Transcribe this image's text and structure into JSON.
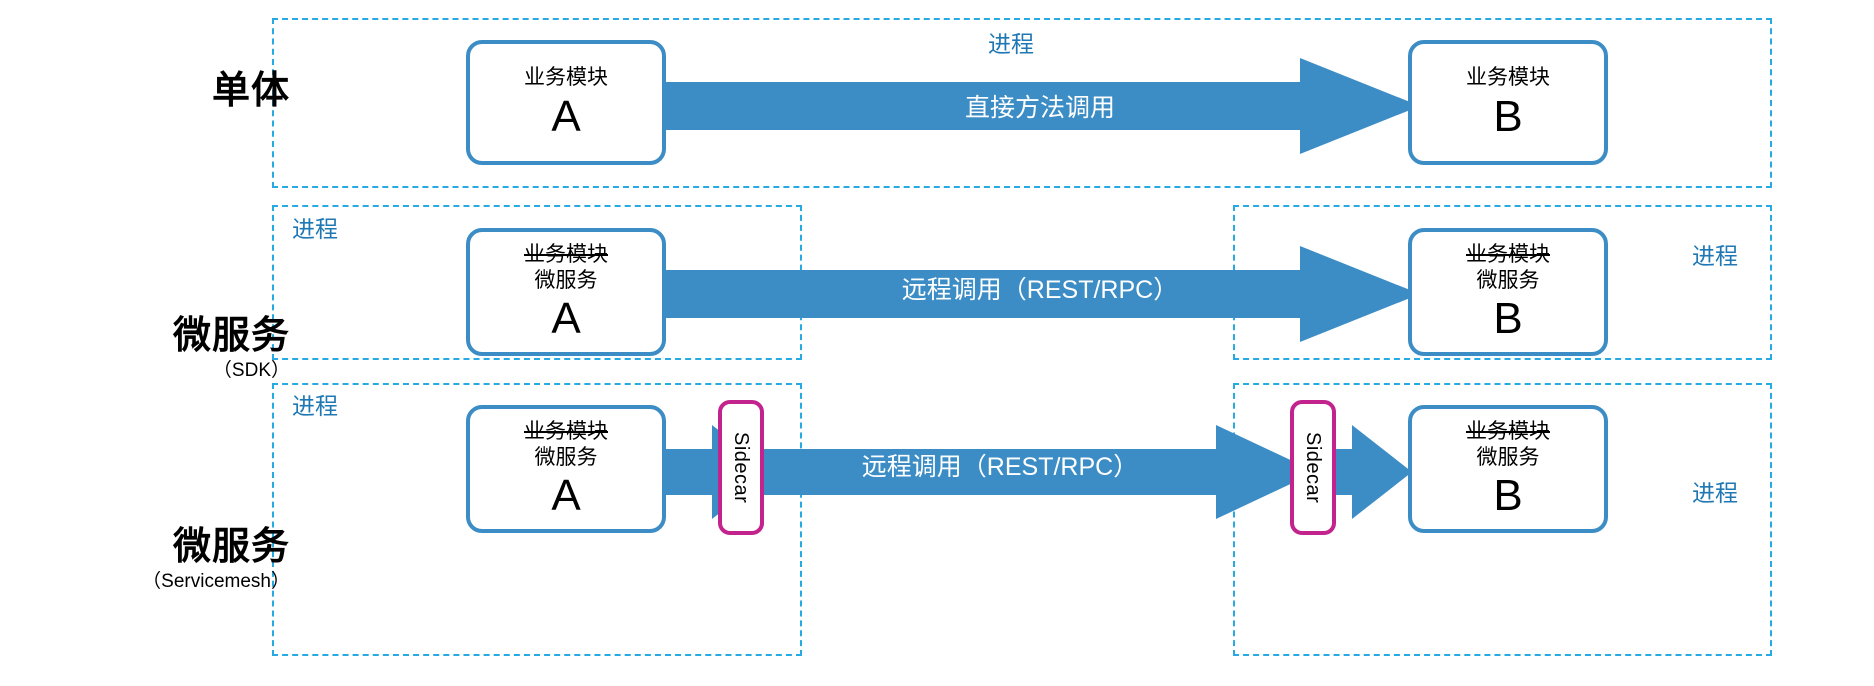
{
  "diagram": {
    "title": "Monolith vs Microservice vs Service Mesh call paths",
    "colors": {
      "process_dashed": "#27AAE1",
      "process_label": "#1F78B4",
      "node_border": "#3C8DC5",
      "arrow_fill": "#3C8DC5",
      "sidecar_border": "#C2238C",
      "background": "#FFFFFF"
    },
    "process_tag": "进程",
    "rows": [
      {
        "id": "monolith",
        "label_main": "单体",
        "label_sub": "",
        "process_tags": [
          "进程"
        ],
        "arrow_label": "直接方法调用",
        "left_node": {
          "top": "业务模块",
          "top_struck": false,
          "mid": "",
          "big": "A"
        },
        "right_node": {
          "top": "业务模块",
          "top_struck": false,
          "mid": "",
          "big": "B"
        },
        "sidecars": []
      },
      {
        "id": "microservice-sdk",
        "label_main": "微服务",
        "label_sub": "（SDK）",
        "process_tags": [
          "进程",
          "进程"
        ],
        "arrow_label": "远程调用（REST/RPC）",
        "left_node": {
          "top": "业务模块",
          "top_struck": true,
          "mid": "微服务",
          "big": "A"
        },
        "right_node": {
          "top": "业务模块",
          "top_struck": true,
          "mid": "微服务",
          "big": "B"
        },
        "sidecars": []
      },
      {
        "id": "microservice-servicemesh",
        "label_main": "微服务",
        "label_sub": "（Servicemesh）",
        "process_tags": [
          "进程",
          "进程"
        ],
        "arrow_label": "远程调用（REST/RPC）",
        "left_node": {
          "top": "业务模块",
          "top_struck": true,
          "mid": "微服务",
          "big": "A"
        },
        "right_node": {
          "top": "业务模块",
          "top_struck": true,
          "mid": "微服务",
          "big": "B"
        },
        "sidecars": [
          "Sidecar",
          "Sidecar"
        ]
      }
    ]
  }
}
